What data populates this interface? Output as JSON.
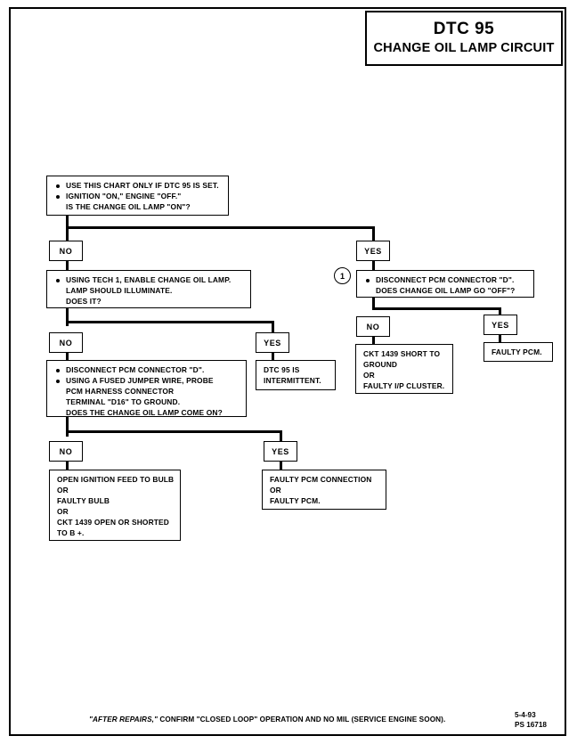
{
  "title": {
    "code": "DTC 95",
    "name": "CHANGE OIL LAMP CIRCUIT"
  },
  "labels": {
    "no": "NO",
    "yes": "YES",
    "ref_one": "1"
  },
  "boxes": {
    "start": {
      "items": [
        {
          "bullet": true,
          "lines": [
            "USE THIS CHART ONLY IF DTC 95 IS SET."
          ]
        },
        {
          "bullet": true,
          "lines": [
            "IGNITION \"ON,\" ENGINE \"OFF.\"",
            "IS THE CHANGE OIL LAMP \"ON\"?"
          ]
        }
      ]
    },
    "tech1": {
      "items": [
        {
          "bullet": true,
          "lines": [
            "USING TECH 1, ENABLE CHANGE OIL LAMP.",
            "LAMP SHOULD ILLUMINATE.",
            "DOES IT?"
          ]
        }
      ]
    },
    "disconnect_pcm": {
      "items": [
        {
          "bullet": true,
          "lines": [
            "DISCONNECT PCM CONNECTOR \"D\".",
            "DOES CHANGE OIL LAMP GO \"OFF\"?"
          ]
        }
      ]
    },
    "jumper": {
      "items": [
        {
          "bullet": true,
          "lines": [
            "DISCONNECT PCM CONNECTOR \"D\"."
          ]
        },
        {
          "bullet": true,
          "lines": [
            "USING A FUSED JUMPER WIRE, PROBE",
            "PCM HARNESS CONNECTOR",
            "TERMINAL \"D16\" TO GROUND.",
            "DOES THE CHANGE OIL LAMP COME ON?"
          ]
        }
      ]
    },
    "intermittent": {
      "lines": [
        "DTC 95 IS",
        "INTERMITTENT."
      ]
    },
    "ckt_short": {
      "lines": [
        "CKT 1439 SHORT TO",
        "GROUND",
        "OR",
        "FAULTY I/P CLUSTER."
      ]
    },
    "faulty_pcm": {
      "lines": [
        "FAULTY PCM."
      ]
    },
    "open_ignition": {
      "lines": [
        "OPEN IGNITION FEED TO BULB",
        "OR",
        "FAULTY BULB",
        "OR",
        "CKT 1439 OPEN OR SHORTED",
        "TO B +."
      ]
    },
    "pcm_connection": {
      "lines": [
        "FAULTY PCM CONNECTION",
        "OR",
        "FAULTY PCM."
      ]
    }
  },
  "footer": {
    "note_lead": "\"AFTER REPAIRS,\"",
    "note_rest": " CONFIRM \"CLOSED LOOP\" OPERATION AND NO MIL (SERVICE ENGINE SOON).",
    "date": "5-4-93",
    "code": "PS 16718"
  }
}
